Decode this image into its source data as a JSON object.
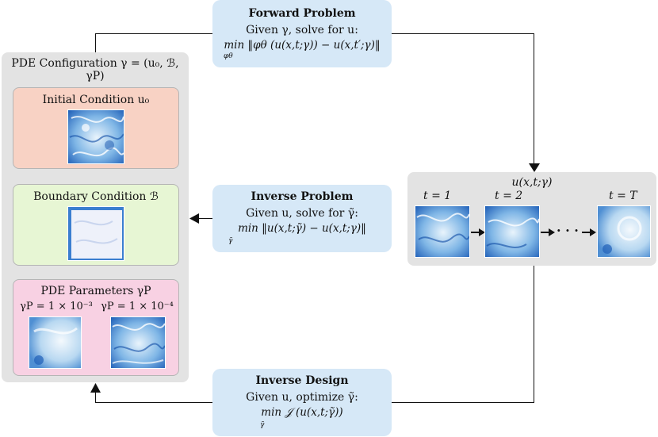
{
  "pde_config": {
    "title": "PDE Configuration γ = (u₀, ℬ, γP)",
    "initial_condition": "Initial Condition u₀",
    "boundary_condition": "Boundary Condition ℬ",
    "parameters": "PDE Parameters γP",
    "param_low": "γP = 1 × 10⁻³",
    "param_high": "γP = 1 × 10⁻⁴"
  },
  "forward": {
    "title": "Forward Problem",
    "line1": "Given γ, solve for u:",
    "equation": "min ‖φθ (u(x,t;γ)) − u(x,t′;γ)‖",
    "subscript": "φθ"
  },
  "inverse": {
    "title": "Inverse Problem",
    "line1": "Given u, solve for γ̃:",
    "equation": "min ‖u(x,t;γ̃) − u(x,t;γ)‖",
    "subscript": "γ̃"
  },
  "design": {
    "title": "Inverse Design",
    "line1": "Given u, optimize γ̃:",
    "equation": "min 𝒥 (u(x,t;γ̃))",
    "subscript": "γ̃"
  },
  "trajectory": {
    "title": "u(x,t;γ)",
    "t1": "t = 1",
    "t2": "t = 2",
    "tT": "t = T",
    "dots": "· · ·"
  },
  "colors": {
    "blue_box": "#d6e8f7",
    "initial_bg": "#f8d2c4",
    "boundary_bg": "#e7f6d4",
    "params_bg": "#f8d1e3",
    "panel_gray": "#e3e3e3"
  }
}
